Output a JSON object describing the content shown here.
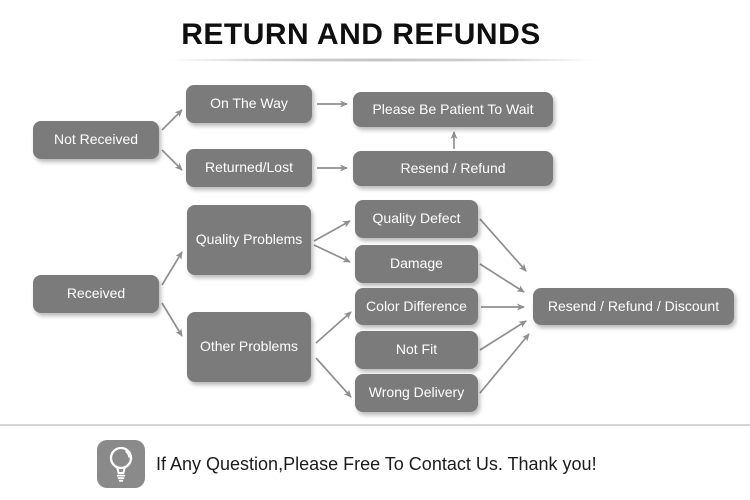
{
  "title": "RETURN AND REFUNDS",
  "colors": {
    "node_background": "#7b7b7b",
    "node_text": "#ffffff",
    "arrow": "#8f8f8f",
    "title_text": "#0f0f0f",
    "title_underline": "#c6c6c6",
    "footer_divider": "#d7d7d7",
    "footer_icon_background": "#8a8a8a",
    "footer_text": "#1c1c1c"
  },
  "flowchart": {
    "nodes": [
      {
        "id": "not-received",
        "label": "Not Received"
      },
      {
        "id": "on-the-way",
        "label": "On The Way"
      },
      {
        "id": "returned-lost",
        "label": "Returned/Lost"
      },
      {
        "id": "please-be-patient",
        "label": "Please Be Patient To Wait"
      },
      {
        "id": "resend-refund",
        "label": "Resend / Refund"
      },
      {
        "id": "received",
        "label": "Received"
      },
      {
        "id": "quality-problems",
        "label": "Quality Problems"
      },
      {
        "id": "other-problems",
        "label": "Other Problems"
      },
      {
        "id": "quality-defect",
        "label": "Quality Defect"
      },
      {
        "id": "damage",
        "label": "Damage"
      },
      {
        "id": "color-difference",
        "label": "Color Difference"
      },
      {
        "id": "not-fit",
        "label": "Not Fit"
      },
      {
        "id": "wrong-delivery",
        "label": "Wrong Delivery"
      },
      {
        "id": "resend-refund-discount",
        "label": "Resend / Refund / Discount"
      }
    ],
    "edges": [
      {
        "from": "not-received",
        "to": "on-the-way"
      },
      {
        "from": "not-received",
        "to": "returned-lost"
      },
      {
        "from": "on-the-way",
        "to": "please-be-patient"
      },
      {
        "from": "returned-lost",
        "to": "resend-refund"
      },
      {
        "from": "resend-refund",
        "to": "please-be-patient"
      },
      {
        "from": "received",
        "to": "quality-problems"
      },
      {
        "from": "received",
        "to": "other-problems"
      },
      {
        "from": "quality-problems",
        "to": "quality-defect"
      },
      {
        "from": "quality-problems",
        "to": "damage"
      },
      {
        "from": "other-problems",
        "to": "color-difference"
      },
      {
        "from": "other-problems",
        "to": "wrong-delivery"
      },
      {
        "from": "quality-defect",
        "to": "resend-refund-discount"
      },
      {
        "from": "damage",
        "to": "resend-refund-discount"
      },
      {
        "from": "color-difference",
        "to": "resend-refund-discount"
      },
      {
        "from": "not-fit",
        "to": "resend-refund-discount"
      },
      {
        "from": "wrong-delivery",
        "to": "resend-refund-discount"
      }
    ]
  },
  "footer": {
    "icon": "lightbulb-icon",
    "message": "If Any Question,Please Free To Contact Us. Thank you!"
  }
}
